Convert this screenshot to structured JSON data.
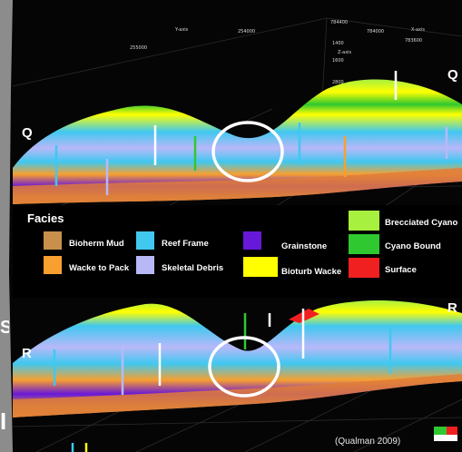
{
  "axes": {
    "y_axis_label": "Y-axis",
    "x_axis_label": "X-axis",
    "z_axis_label": "Z-axis",
    "ticks": [
      "255000",
      "254000",
      "784400",
      "784000",
      "783600",
      "1400",
      "1600",
      "2800"
    ]
  },
  "sections": {
    "top_left": "Q",
    "top_right": "Q",
    "bottom_left": "R",
    "bottom_right": "R"
  },
  "legend": {
    "title": "Facies",
    "items": [
      {
        "label": "Bioherm Mud",
        "color": "#c8904a"
      },
      {
        "label": "Wacke to Pack",
        "color": "#f7a030"
      },
      {
        "label": "Reef Frame",
        "color": "#40c8f0"
      },
      {
        "label": "Skeletal Debris",
        "color": "#b8b8f8"
      },
      {
        "label": "Grainstone",
        "color": "#6818d8"
      },
      {
        "label": "Bioturb Wacke",
        "color": "#ffff00"
      },
      {
        "label": "Brecciated Cyano",
        "color": "#a8f040"
      },
      {
        "label": "Cyano Bound",
        "color": "#30c830"
      },
      {
        "label": "Surface",
        "color": "#f02020"
      }
    ]
  },
  "side_marks": [
    "S",
    "I"
  ],
  "citation": "(Qualman 2009)"
}
